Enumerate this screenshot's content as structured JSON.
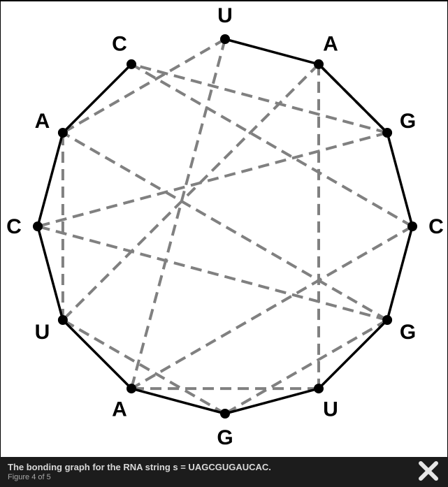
{
  "graph": {
    "sequence": [
      "U",
      "A",
      "G",
      "C",
      "G",
      "U",
      "G",
      "A",
      "U",
      "C",
      "A",
      "C"
    ],
    "dashed_edges": [
      [
        0,
        7
      ],
      [
        0,
        10
      ],
      [
        1,
        2
      ],
      [
        1,
        5
      ],
      [
        1,
        8
      ],
      [
        2,
        9
      ],
      [
        2,
        11
      ],
      [
        3,
        7
      ],
      [
        3,
        11
      ],
      [
        4,
        6
      ],
      [
        4,
        9
      ],
      [
        4,
        10
      ],
      [
        5,
        7
      ],
      [
        6,
        8
      ],
      [
        8,
        10
      ]
    ],
    "colors": {
      "backbone": "#000000",
      "bond": "#808080",
      "node": "#000000",
      "background": "#ffffff"
    }
  },
  "caption": {
    "title": "The bonding graph for the RNA string s = UAGCGUGAUCAC.",
    "counter": "Figure 4 of 5"
  },
  "controls": {
    "close_icon": "×"
  }
}
